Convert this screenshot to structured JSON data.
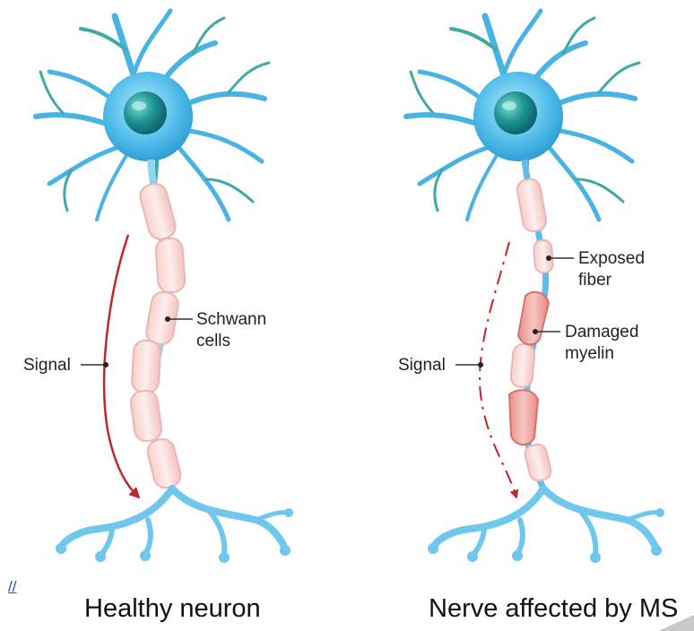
{
  "left_panel": {
    "caption": "Healthy neuron",
    "signal_label": "Signal",
    "schwann_label_line1": "Schwann",
    "schwann_label_line2": "cells"
  },
  "right_panel": {
    "caption": "Nerve affected by MS",
    "signal_label": "Signal",
    "exposed_label_line1": "Exposed",
    "exposed_label_line2": "fiber",
    "damaged_label_line1": "Damaged",
    "damaged_label_line2": "myelin"
  },
  "corner_link": "//",
  "colors": {
    "neuron_body": "#5fc3ec",
    "dendrite_dark": "#3fa9a6",
    "nucleus": "#1d8a8e",
    "myelin": "#fbe1df",
    "myelin_stroke": "#efb6b1",
    "damaged_myelin": "#f0a8a2",
    "signal": "#c0262b",
    "axon_terminal": "#6fc7ee"
  }
}
